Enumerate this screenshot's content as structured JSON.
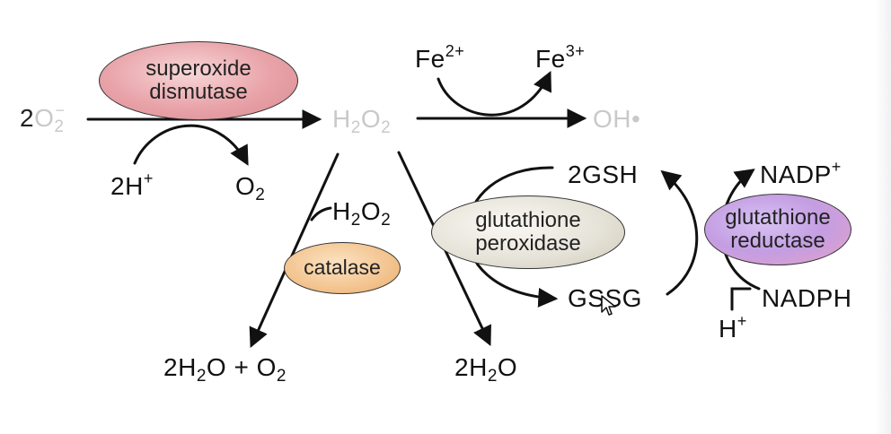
{
  "enzymes": {
    "superoxide_dismutase": {
      "line1": "superoxide",
      "line2": "dismutase",
      "color": "#e8a2a8"
    },
    "catalase": {
      "label": "catalase",
      "color": "#f3c48f"
    },
    "glutathione_peroxidase": {
      "line1": "glutathione",
      "line2": "peroxidase",
      "color": "#e6e3d9"
    },
    "glutathione_reductase": {
      "line1": "glutathione",
      "line2": "reductase",
      "color": "#c9a2e0"
    }
  },
  "species": {
    "superoxide": {
      "coef": "2",
      "base": "O",
      "sub": "2",
      "sup": "−"
    },
    "protons": {
      "coef": "2",
      "base": "H",
      "sup": "+"
    },
    "oxygen": {
      "base": "O",
      "sub": "2"
    },
    "hydrogen_peroxide": {
      "h": "H",
      "sub1": "2",
      "o": "O",
      "sub2": "2"
    },
    "hydroxyl_radical": {
      "label": "OH•"
    },
    "ferrous": {
      "base": "Fe",
      "sup": "2+"
    },
    "ferric": {
      "base": "Fe",
      "sup": "3+"
    },
    "catalase_substrate": {
      "h": "H",
      "sub1": "2",
      "o": "O",
      "sub2": "2"
    },
    "catalase_product": {
      "coef": "2",
      "h": "H",
      "sub1": "2",
      "mid": "O + O",
      "sub2": "2"
    },
    "water_product": {
      "coef": "2",
      "h": "H",
      "sub1": "2",
      "o": "O"
    },
    "gsh": {
      "label": "2GSH"
    },
    "gssg": {
      "label": "GSSG"
    },
    "nadp": {
      "base": "NADP",
      "sup": "+"
    },
    "nadph": {
      "label": "NADPH"
    },
    "reductase_proton": {
      "base": "H",
      "sup": "+"
    }
  }
}
